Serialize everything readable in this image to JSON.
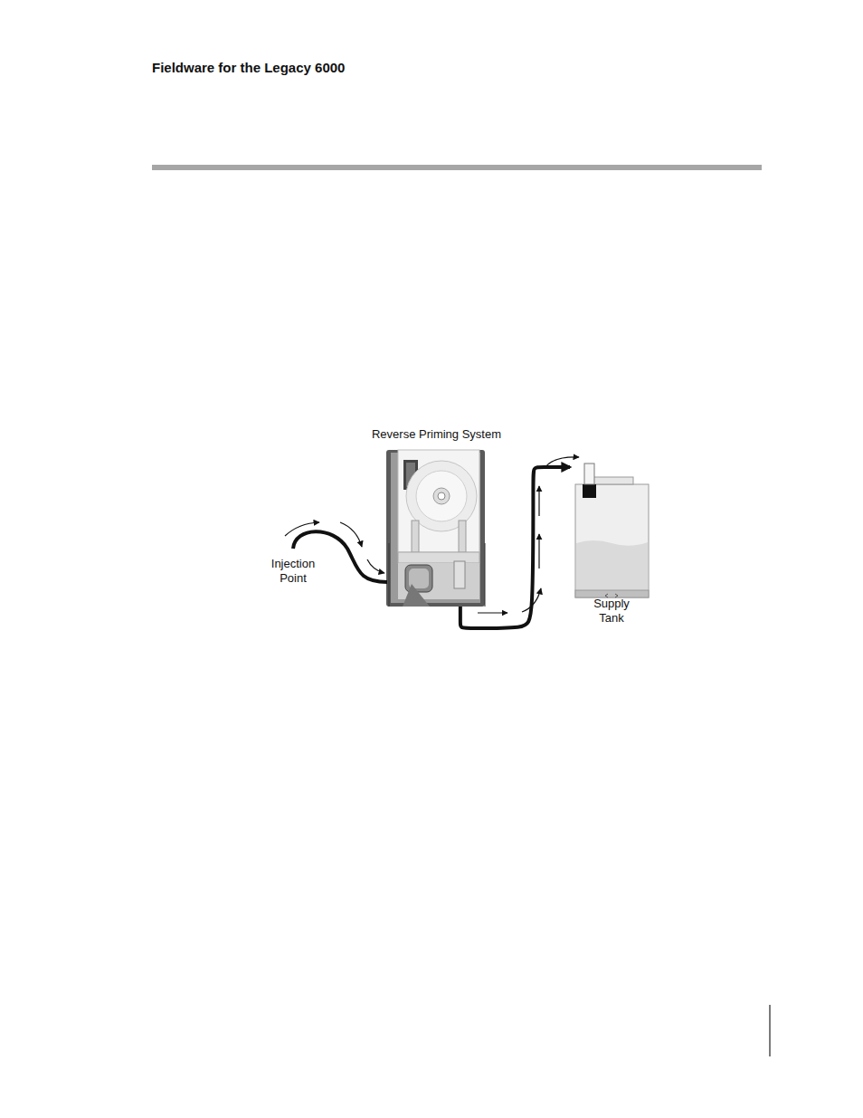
{
  "diagram": {
    "title": "Fieldware for the Legacy 6000",
    "nodes": [
      {
        "text": [
          "Reverse Priming System"
        ]
      },
      {
        "text": [
          "Supply Tank"
        ]
      }
    ],
    "edges": [
      {
        "from": 0,
        "to": 1,
        "arrow": "to"
      }
    ],
    "labels": [
      "Injection Point"
    ]
  }
}
